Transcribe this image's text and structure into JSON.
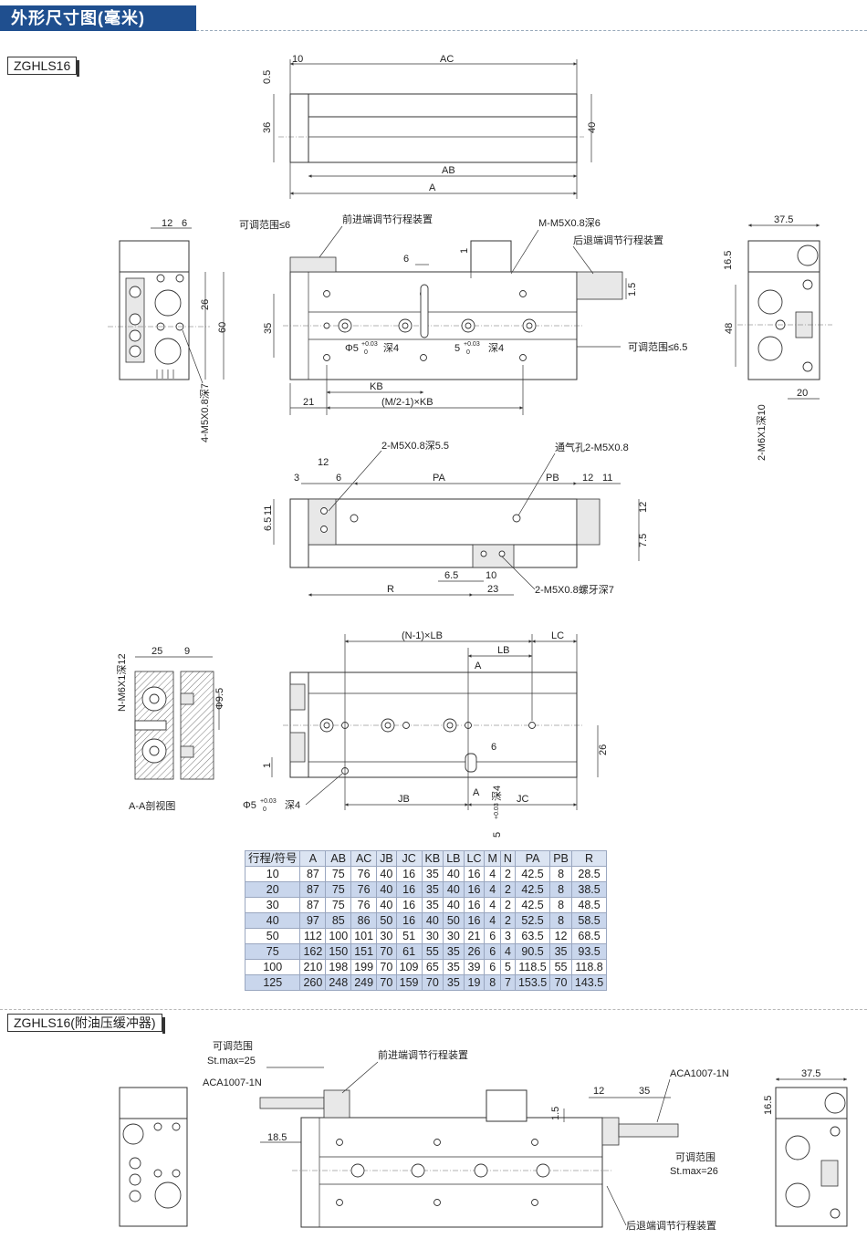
{
  "header": {
    "title": "外形尺寸图(毫米)"
  },
  "models": {
    "primary": "ZGHLS16",
    "secondary": "ZGHLS16(附油压缓冲器)"
  },
  "labels": {
    "ac": "AC",
    "ab": "AB",
    "a": "A",
    "d10": "10",
    "d05": "0.5",
    "d36": "36",
    "d40": "40",
    "d12": "12",
    "d6": "6",
    "d26": "26",
    "d60": "60",
    "m5x08_7": "4-M5X0.8深7",
    "adj6": "可调范围≤6",
    "front_adj": "前进端调节行程装置",
    "m_m5": "M-M5X0.8深6",
    "rear_adj": "后退端调节行程装置",
    "d1": "1",
    "d15": "1.5",
    "d35": "35",
    "phi5": "Φ5",
    "tol": "+0.03",
    "tol0": "0",
    "deep4": "深4",
    "five": "5",
    "adj65": "可调范围≤6.5",
    "kb": "KB",
    "m2kb": "(M/2-1)×KB",
    "d21": "21",
    "d375": "37.5",
    "d165": "16.5",
    "d48": "48",
    "d20": "20",
    "m6x1": "2-M6X1深10",
    "m5x08_55": "2-M5X0.8深5.5",
    "vent": "通气孔2-M5X0.8",
    "d3": "3",
    "pa": "PA",
    "pb": "PB",
    "d11": "11",
    "d116": "11",
    "d65": "6.5",
    "d75": "7.5",
    "r": "R",
    "d23": "23",
    "m5x08_t7": "2-M5X0.8螺牙深7",
    "nm6": "N-M6X1深12",
    "d25": "25",
    "d9": "9",
    "d95": "Φ9.5",
    "section": "A-A剖视图",
    "nlb": "(N-1)×LB",
    "lb": "LB",
    "lc": "LC",
    "aa": "A",
    "jb": "JB",
    "jc": "JC",
    "d26b": "26",
    "adj_range": "可调范围",
    "stmax25": "St.max=25",
    "aca": "ACA1007-1N",
    "d185": "18.5",
    "stmax26": "St.max=26",
    "d35b": "35"
  },
  "table": {
    "headers": [
      "行程/符号",
      "A",
      "AB",
      "AC",
      "JB",
      "JC",
      "KB",
      "LB",
      "LC",
      "M",
      "N",
      "PA",
      "PB",
      "R"
    ],
    "rows": [
      [
        "10",
        "87",
        "75",
        "76",
        "40",
        "16",
        "35",
        "40",
        "16",
        "4",
        "2",
        "42.5",
        "8",
        "28.5"
      ],
      [
        "20",
        "87",
        "75",
        "76",
        "40",
        "16",
        "35",
        "40",
        "16",
        "4",
        "2",
        "42.5",
        "8",
        "38.5"
      ],
      [
        "30",
        "87",
        "75",
        "76",
        "40",
        "16",
        "35",
        "40",
        "16",
        "4",
        "2",
        "42.5",
        "8",
        "48.5"
      ],
      [
        "40",
        "97",
        "85",
        "86",
        "50",
        "16",
        "40",
        "50",
        "16",
        "4",
        "2",
        "52.5",
        "8",
        "58.5"
      ],
      [
        "50",
        "112",
        "100",
        "101",
        "30",
        "51",
        "30",
        "30",
        "21",
        "6",
        "3",
        "63.5",
        "12",
        "68.5"
      ],
      [
        "75",
        "162",
        "150",
        "151",
        "70",
        "61",
        "55",
        "35",
        "26",
        "6",
        "4",
        "90.5",
        "35",
        "93.5"
      ],
      [
        "100",
        "210",
        "198",
        "199",
        "70",
        "109",
        "65",
        "35",
        "39",
        "6",
        "5",
        "118.5",
        "55",
        "118.8"
      ],
      [
        "125",
        "260",
        "248",
        "249",
        "70",
        "159",
        "70",
        "35",
        "19",
        "8",
        "7",
        "153.5",
        "70",
        "143.5"
      ]
    ]
  },
  "colors": {
    "header_bg": "#1f4f8f",
    "table_head": "#dbe4f2",
    "table_alt": "#c9d6ec"
  }
}
